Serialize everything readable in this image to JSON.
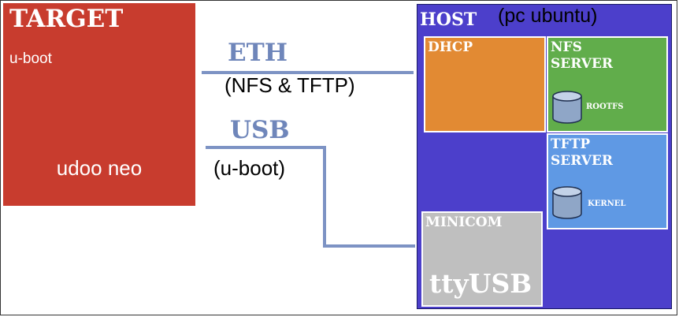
{
  "target": {
    "title": "TARGET",
    "subtitle": "u-boot",
    "name": "udoo neo"
  },
  "host": {
    "title": "HOST",
    "subtitle": "(pc ubuntu)"
  },
  "dhcp": {
    "label": "DHCP"
  },
  "nfs": {
    "label": "NFS\nSERVER",
    "db_label": "ROOTFS"
  },
  "tftp": {
    "label": "TFTP\nSERVER",
    "db_label": "KERNEL"
  },
  "minicom": {
    "label": "MINICOM",
    "device": "ttyUSB"
  },
  "eth": {
    "label": "ETH",
    "sub": "(NFS & TFTP)"
  },
  "usb": {
    "label": "USB",
    "sub": "(u-boot)"
  },
  "colors": {
    "target": "#c83c2e",
    "host": "#4c3fcb",
    "dhcp": "#e28a33",
    "nfs": "#61ad4b",
    "tftp": "#5f99e4",
    "minicom": "#bfbfbf",
    "line": "#7d93c4"
  }
}
